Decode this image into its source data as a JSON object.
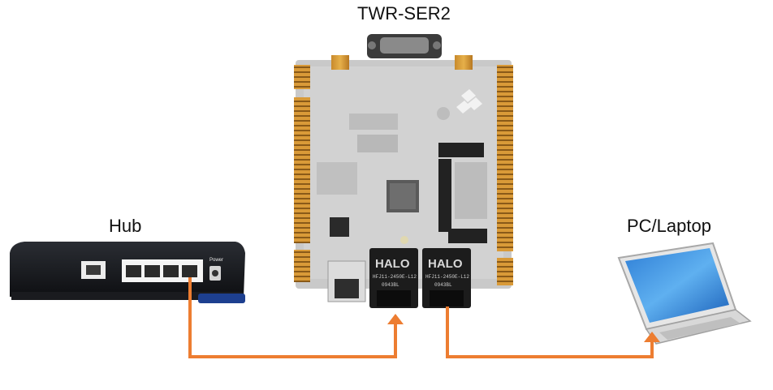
{
  "diagram": {
    "board_label": "TWR-SER2",
    "hub_label": "Hub",
    "pc_label": "PC/Laptop",
    "jack_brand_left": "HALO",
    "jack_brand_right": "HALO",
    "jack_part_left": "HFJ11-2450E-L12",
    "jack_part_right": "HFJ11-2450E-L12",
    "jack_code_left": "0943BL",
    "jack_code_right": "0943BL",
    "hub_power_text": "Power",
    "cable_color": "#ED7D31"
  }
}
